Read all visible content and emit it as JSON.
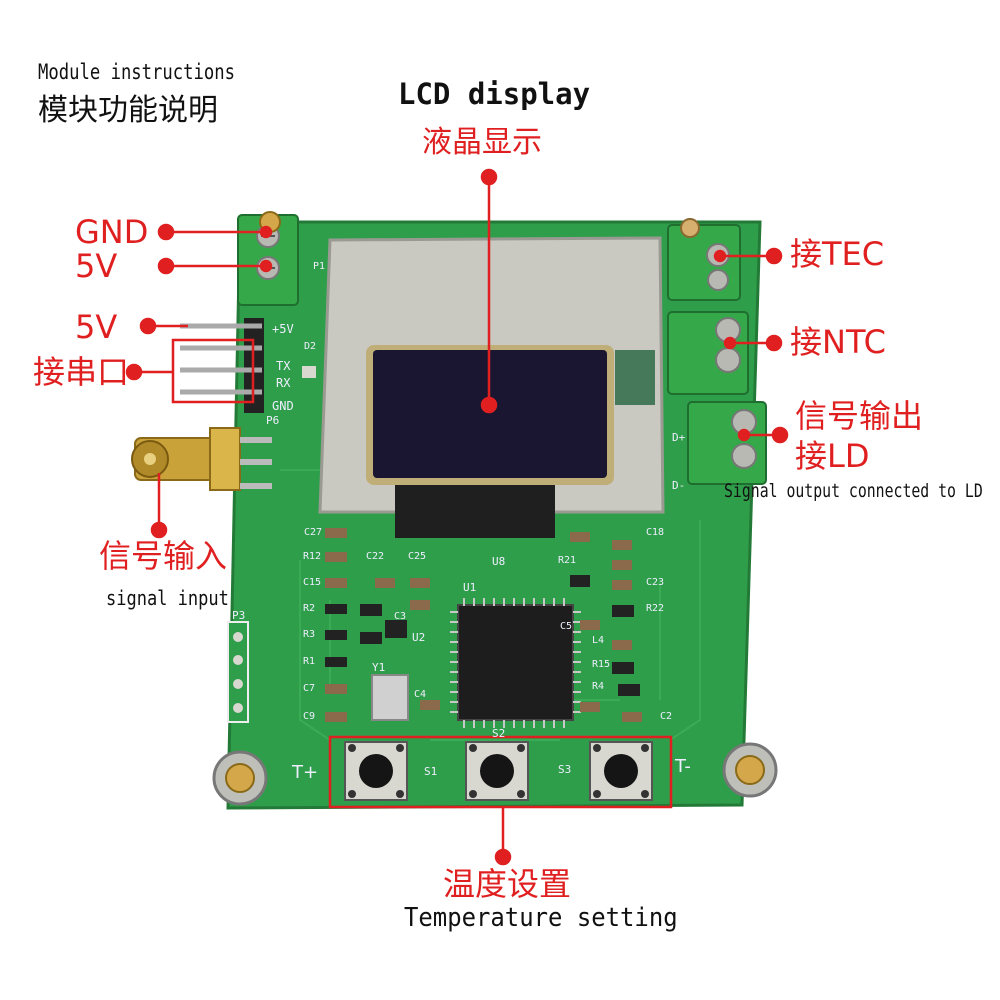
{
  "header": {
    "instructions_en": "Module instructions",
    "instructions_cn": "模块功能说明"
  },
  "labels": {
    "lcd_en": "LCD display",
    "lcd_cn": "液晶显示",
    "gnd": "GND",
    "v5_top": "5V",
    "v5_mid": "5V",
    "serial_cn": "接串口",
    "signal_in_cn": "信号输入",
    "signal_in_en": "signal input",
    "tec_cn": "接TEC",
    "ntc_cn": "接NTC",
    "signal_out_cn_1": "信号输出",
    "signal_out_cn_2": "接LD",
    "signal_out_en": "Signal output connected to LD",
    "temp_cn": "温度设置",
    "temp_en": "Temperature setting"
  },
  "silkscreen": {
    "pin_5v": "+5V",
    "pin_tx": "TX",
    "pin_rx": "RX",
    "pin_gnd": "GND",
    "p3": "P3",
    "p6": "P6",
    "u1": "U1",
    "u2": "U2",
    "u8": "U8",
    "y1": "Y1",
    "s1": "S1",
    "s2": "S2",
    "s3": "S3",
    "t_plus": "T+",
    "t_minus": "T-",
    "d2": "D2",
    "p1": "P1",
    "d_plus": "D+",
    "d_minus": "D-",
    "parts": [
      "C27",
      "R12",
      "C22",
      "C25",
      "C15",
      "R2",
      "R3",
      "R1",
      "C7",
      "C9",
      "C3",
      "C4",
      "R21",
      "C18",
      "C23",
      "R22",
      "C5",
      "L4",
      "R15",
      "R4",
      "C2"
    ]
  },
  "colors": {
    "pcb": "#2f9e4a",
    "pcb_dark": "#237a37",
    "annotation": "#e02020",
    "terminal": "#35a84a",
    "shield": "#c9c9c2",
    "lcd": "#1a1530"
  },
  "icons": [
    "chip-icon",
    "button-icon",
    "terminal-block-icon",
    "sma-connector-icon",
    "pin-header-icon",
    "standoff-icon"
  ]
}
